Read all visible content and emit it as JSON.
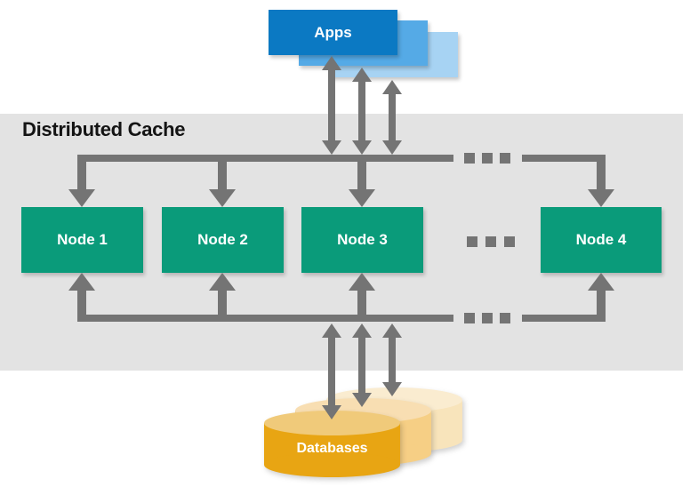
{
  "title": "Distributed Cache",
  "apps": {
    "label": "Apps"
  },
  "nodes": [
    {
      "label": "Node 1"
    },
    {
      "label": "Node 2"
    },
    {
      "label": "Node 3"
    },
    {
      "label": "Node 4"
    }
  ],
  "databases": {
    "label": "Databases"
  },
  "colors": {
    "band": "#e3e3e3",
    "arrow": "#747474",
    "node": "#0a9b7a",
    "node-text": "#ffffff",
    "title-text": "#141414",
    "app-front": "#0b79c3",
    "app-mid": "#55aae6",
    "app-back": "#a7d3f3",
    "db-front": "#e8a513",
    "db-front-top": "#f0ca7a",
    "db-mid": "#f6cf85",
    "db-mid-top": "#f8deb2",
    "db-back": "#f8e4bb",
    "db-back-top": "#faecd0"
  }
}
